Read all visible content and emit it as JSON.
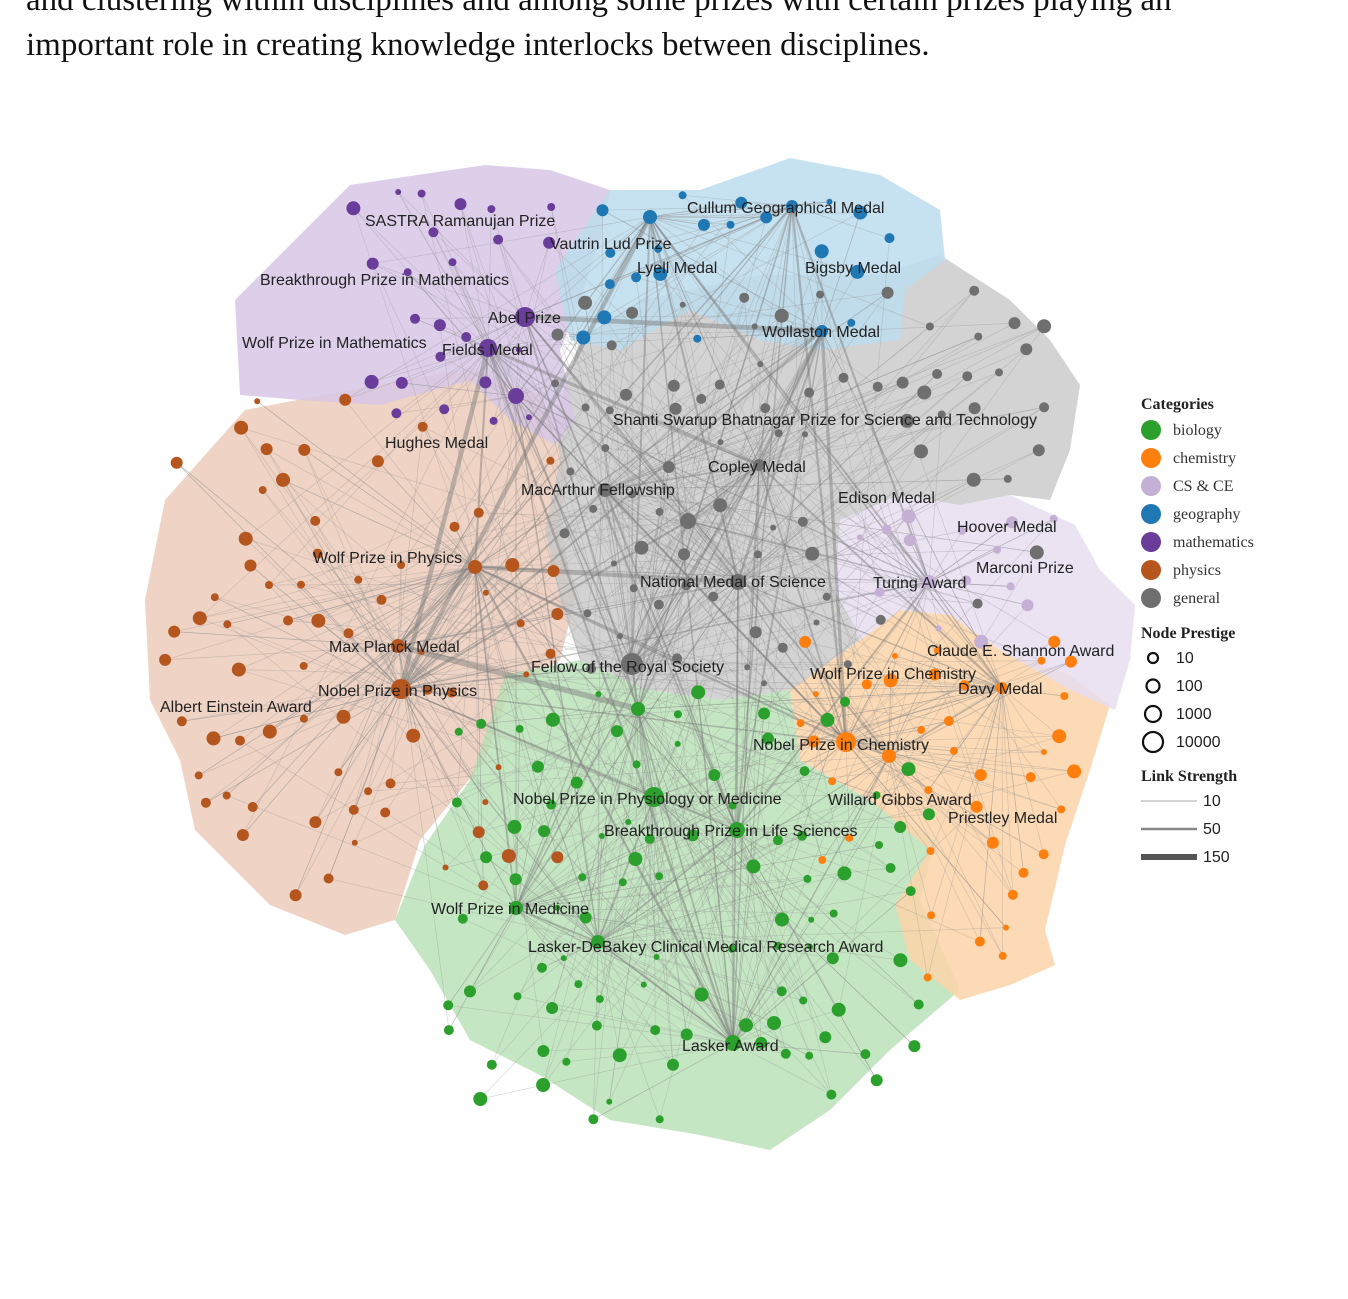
{
  "paragraph": {
    "line1": "and clustering within disciplines and among some prizes with certain prizes playing an",
    "line2": "important role in creating knowledge interlocks between disciplines."
  },
  "colors": {
    "biology": "#2ca02c",
    "chemistry": "#ff7f0e",
    "cs_ce": "#c5b0d5",
    "geography": "#1f77b4",
    "mathematics": "#6a3d9a",
    "physics": "#b5561f",
    "general": "#6f6f6f"
  },
  "legend": {
    "categories_title": "Categories",
    "categories": [
      {
        "key": "biology",
        "label": "biology",
        "color": "#2ca02c"
      },
      {
        "key": "chemistry",
        "label": "chemistry",
        "color": "#ff7f0e"
      },
      {
        "key": "cs_ce",
        "label": "CS & CE",
        "color": "#c5b0d5"
      },
      {
        "key": "geography",
        "label": "geography",
        "color": "#1f77b4"
      },
      {
        "key": "mathematics",
        "label": "mathematics",
        "color": "#6a3d9a"
      },
      {
        "key": "physics",
        "label": "physics",
        "color": "#b5561f"
      },
      {
        "key": "general",
        "label": "general",
        "color": "#6f6f6f"
      }
    ],
    "prestige_title": "Node Prestige",
    "prestige_values": [
      "10",
      "100",
      "1000",
      "10000"
    ],
    "link_title": "Link Strength",
    "link_values": [
      "10",
      "50",
      "150"
    ]
  },
  "labels": {
    "sastra": "SASTRA Ramanujan Prize",
    "vautrin": "Vautrin Lud Prize",
    "cullum": "Cullum Geographical Medal",
    "lyell": "Lyell Medal",
    "bigsby": "Bigsby Medal",
    "breakthrough_math": "Breakthrough Prize in Mathematics",
    "abel": "Abel Prize",
    "wolf_math": "Wolf Prize in Mathematics",
    "fields": "Fields Medal",
    "wollaston": "Wollaston Medal",
    "bhatnagar": "Shanti Swarup Bhatnagar Prize for Science and Technology",
    "hughes": "Hughes Medal",
    "copley": "Copley Medal",
    "macarthur": "MacArthur Fellowship",
    "edison": "Edison Medal",
    "hoover": "Hoover Medal",
    "wolf_physics": "Wolf Prize in Physics",
    "marconi": "Marconi Prize",
    "nms": "National Medal of Science",
    "turing": "Turing Award",
    "max_planck": "Max Planck Medal",
    "shannon": "Claude E. Shannon Award",
    "royal_society": "Fellow of the Royal Society",
    "wolf_chem": "Wolf Prize in Chemistry",
    "nobel_physics": "Nobel Prize in Physics",
    "davy": "Davy Medal",
    "einstein": "Albert Einstein Award",
    "nobel_chem": "Nobel Prize in Chemistry",
    "nobel_med": "Nobel Prize in Physiology or Medicine",
    "gibbs": "Willard Gibbs Award",
    "priestley": "Priestley Medal",
    "breakthrough_life": "Breakthrough Prize in Life Sciences",
    "wolf_med": "Wolf Prize in Medicine",
    "lasker_debakey": "Lasker-DeBakey Clinical Medical Research Award",
    "lasker": "Lasker Award"
  }
}
